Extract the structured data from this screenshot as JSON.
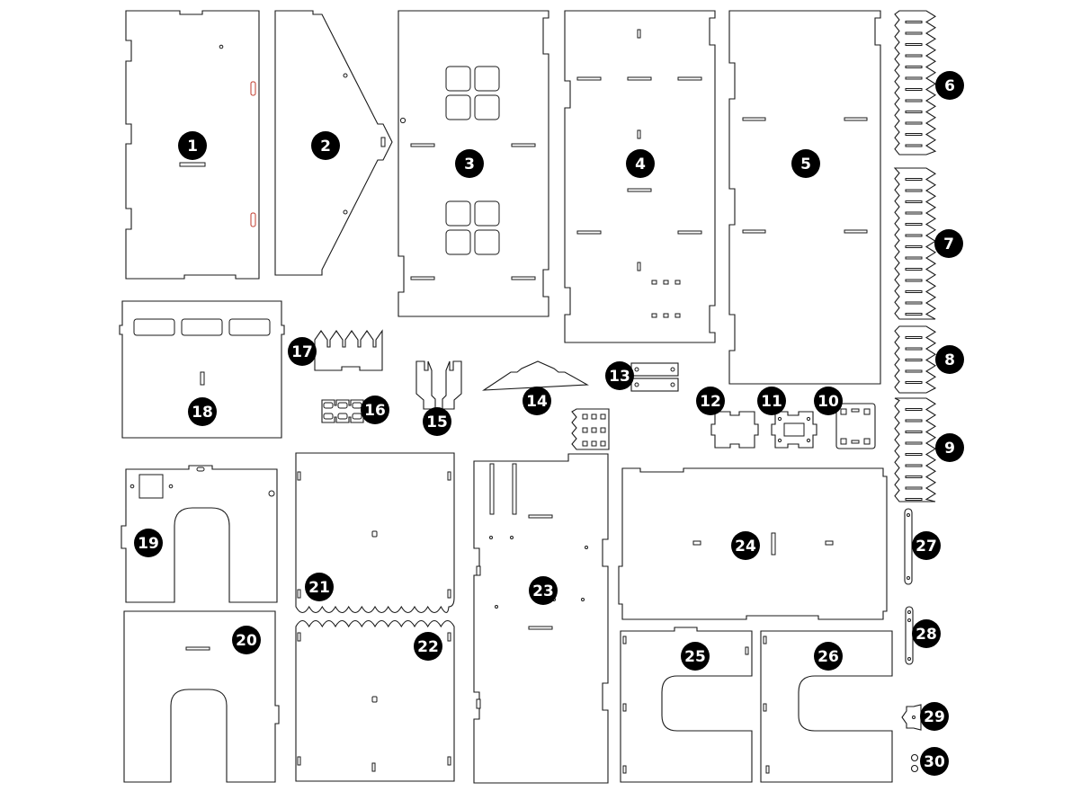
{
  "colors": {
    "outline": "#1a1a1a",
    "marker": "#000000",
    "marker_text": "#ffffff",
    "accent": "#c0392b"
  },
  "labels": [
    "1",
    "2",
    "3",
    "4",
    "5",
    "6",
    "7",
    "8",
    "9",
    "10",
    "11",
    "12",
    "13",
    "14",
    "15",
    "16",
    "17",
    "18",
    "19",
    "20",
    "21",
    "22",
    "23",
    "24",
    "25",
    "26",
    "27",
    "28",
    "29",
    "30"
  ]
}
